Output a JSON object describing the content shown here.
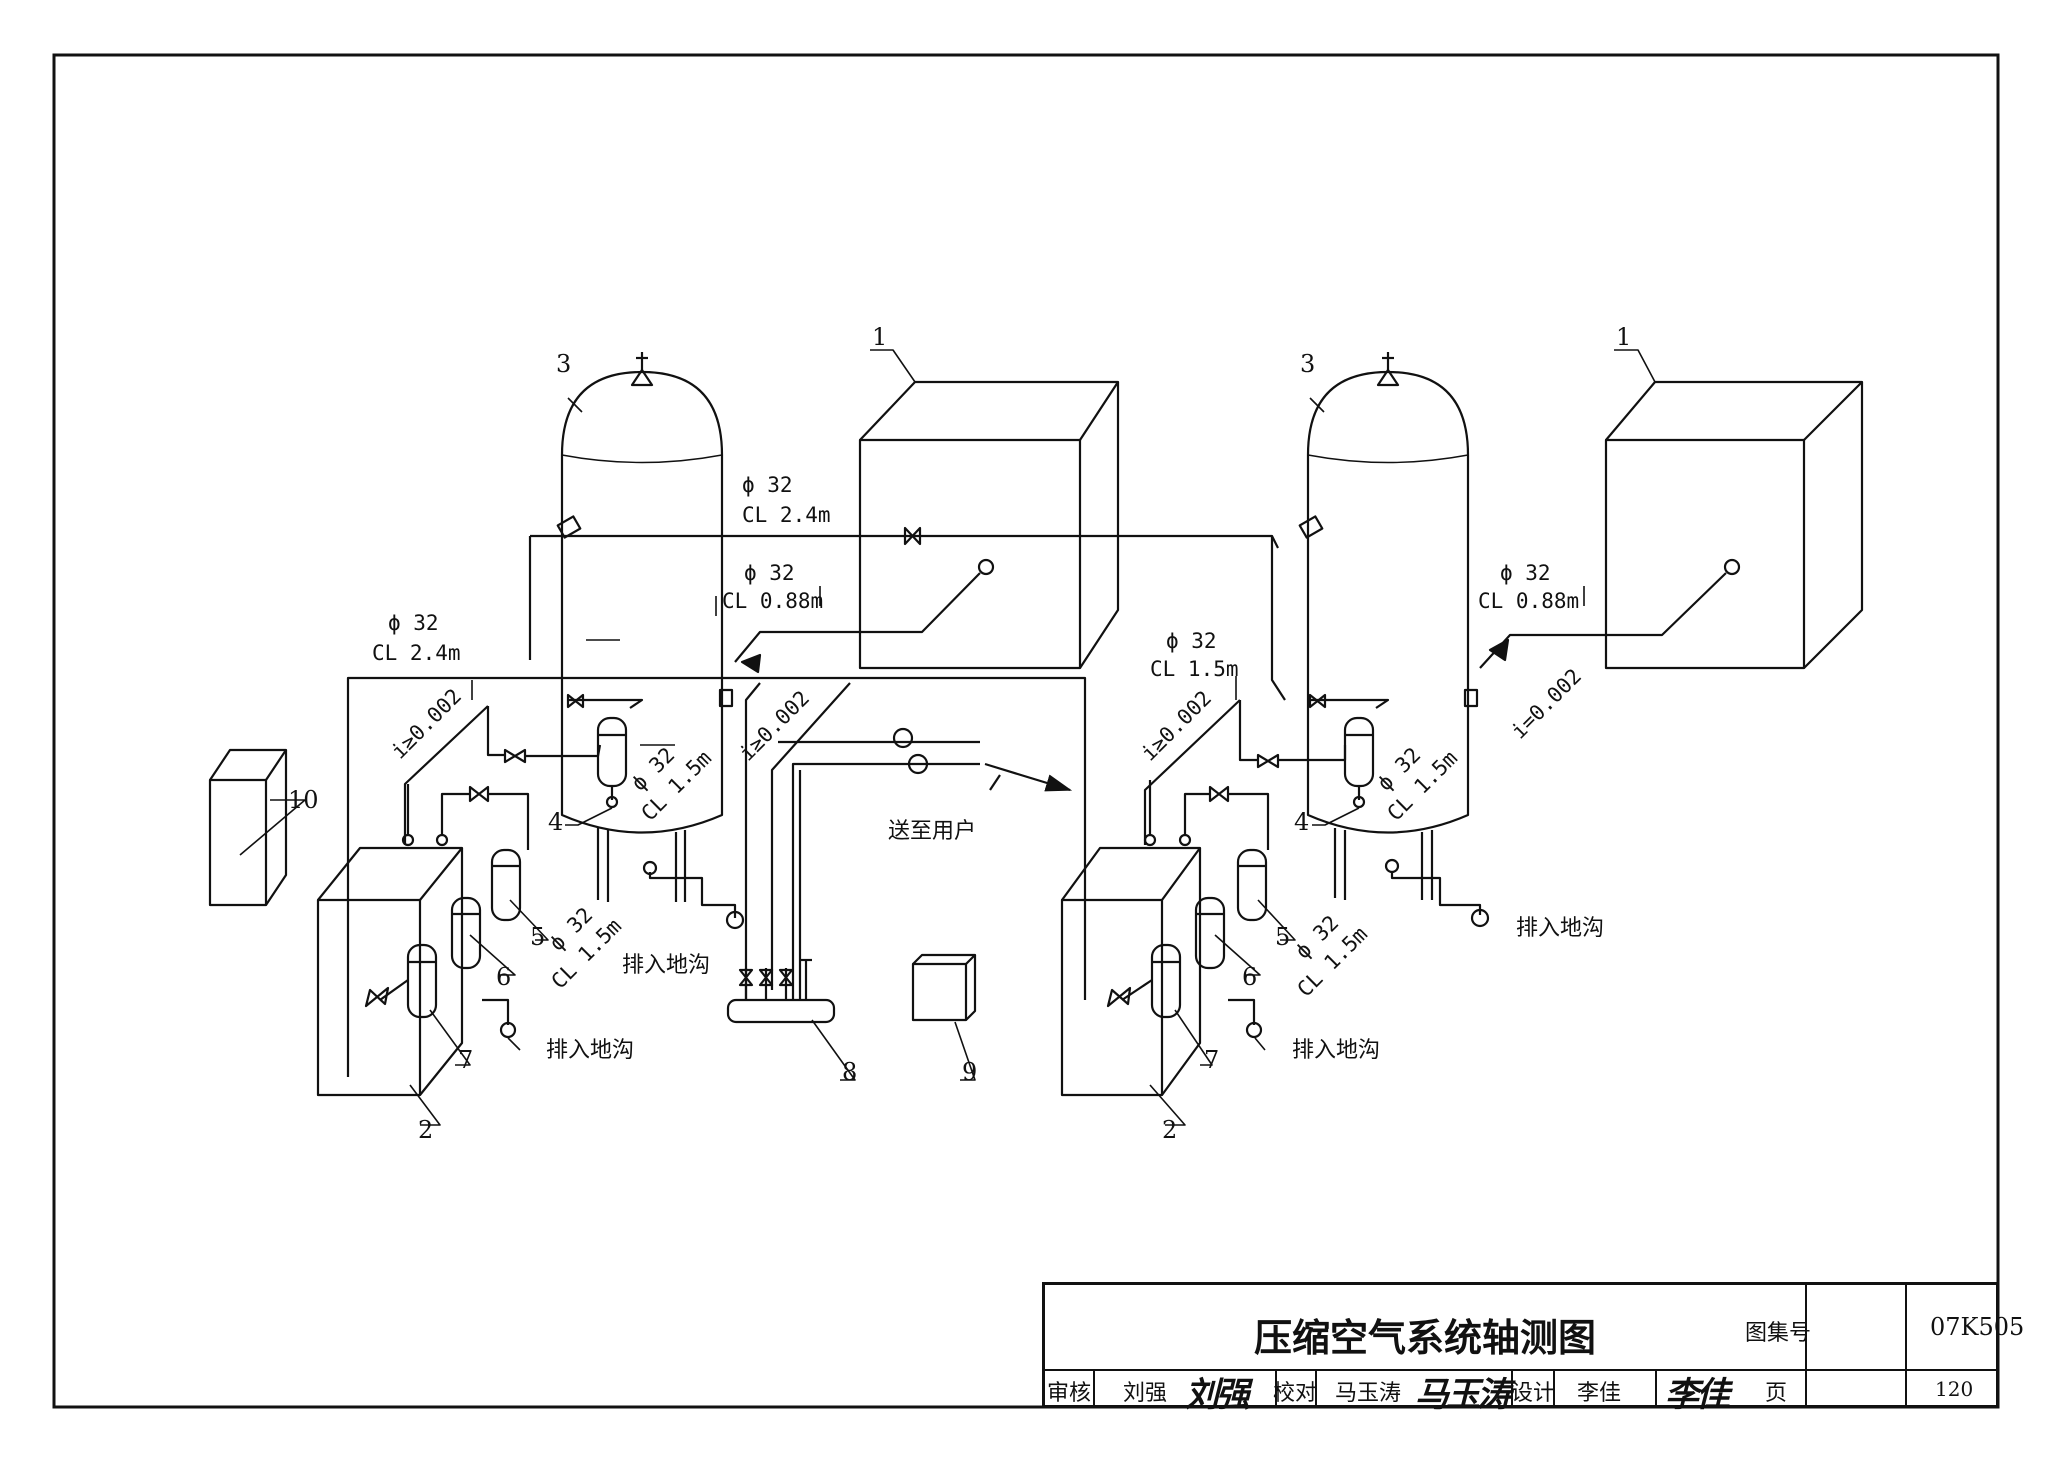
{
  "callouts": {
    "compressor": "1",
    "dryer": "2",
    "air_tank": "3",
    "filter_4": "4",
    "filter_5": "5",
    "filter_6": "6",
    "filter_7": "7",
    "manifold": "8",
    "panel_9": "9",
    "panel_10": "10"
  },
  "pipe_labels": {
    "dia": "ϕ 32",
    "cl_24": "CL 2.4m",
    "cl_088": "CL 0.88m",
    "cl_15": "CL 1.5m",
    "slope_ge": "i≥0.002",
    "slope_eq": "i=0.002"
  },
  "texts": {
    "drain": "排入地沟",
    "to_user": "送至用户"
  },
  "title_block": {
    "title": "压缩空气系统轴测图",
    "atlas_label": "图集号",
    "atlas_no": "07K505",
    "review_label": "审核",
    "reviewer": "刘强",
    "check_label": "校对",
    "checker": "马玉涛",
    "design_label": "设计",
    "designer": "李佳",
    "page_label": "页",
    "page_no": "120"
  },
  "colors": {
    "ink": "#111111",
    "paper": "#ffffff"
  }
}
